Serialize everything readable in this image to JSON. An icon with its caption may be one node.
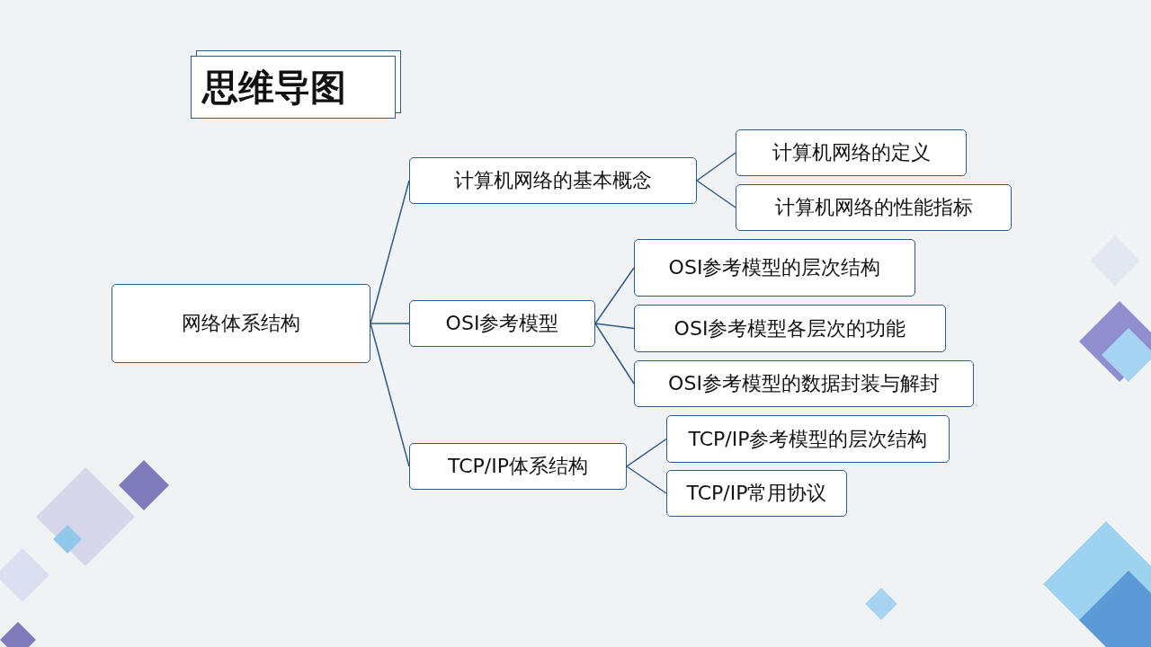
{
  "diagram": {
    "title": "思维导图",
    "nodes": [
      {
        "text": [
          "网络体系结构"
        ]
      },
      {
        "text": [
          "计算机网络的基本概念"
        ]
      },
      {
        "text": [
          "计算机网络的定义"
        ]
      },
      {
        "text": [
          "计算机网络的性能指标"
        ]
      },
      {
        "text": [
          "OSI参考模型"
        ]
      },
      {
        "text": [
          "OSI参考模型的层次结构"
        ]
      },
      {
        "text": [
          "OSI参考模型各层次的功能"
        ]
      },
      {
        "text": [
          "OSI参考模型的数据封装与解封"
        ]
      },
      {
        "text": [
          "TCP/IP体系结构"
        ]
      },
      {
        "text": [
          "TCP/IP参考模型的层次结构"
        ]
      },
      {
        "text": [
          "TCP/IP常用协议"
        ]
      }
    ],
    "edges": [
      {
        "from": 0,
        "to": 1,
        "arrow": "none"
      },
      {
        "from": 0,
        "to": 4,
        "arrow": "none"
      },
      {
        "from": 0,
        "to": 8,
        "arrow": "none"
      },
      {
        "from": 1,
        "to": 2,
        "arrow": "none"
      },
      {
        "from": 1,
        "to": 3,
        "arrow": "none"
      },
      {
        "from": 4,
        "to": 5,
        "arrow": "none"
      },
      {
        "from": 4,
        "to": 6,
        "arrow": "none"
      },
      {
        "from": 4,
        "to": 7,
        "arrow": "none"
      },
      {
        "from": 8,
        "to": 9,
        "arrow": "none"
      },
      {
        "from": 8,
        "to": 10,
        "arrow": "none"
      }
    ]
  }
}
